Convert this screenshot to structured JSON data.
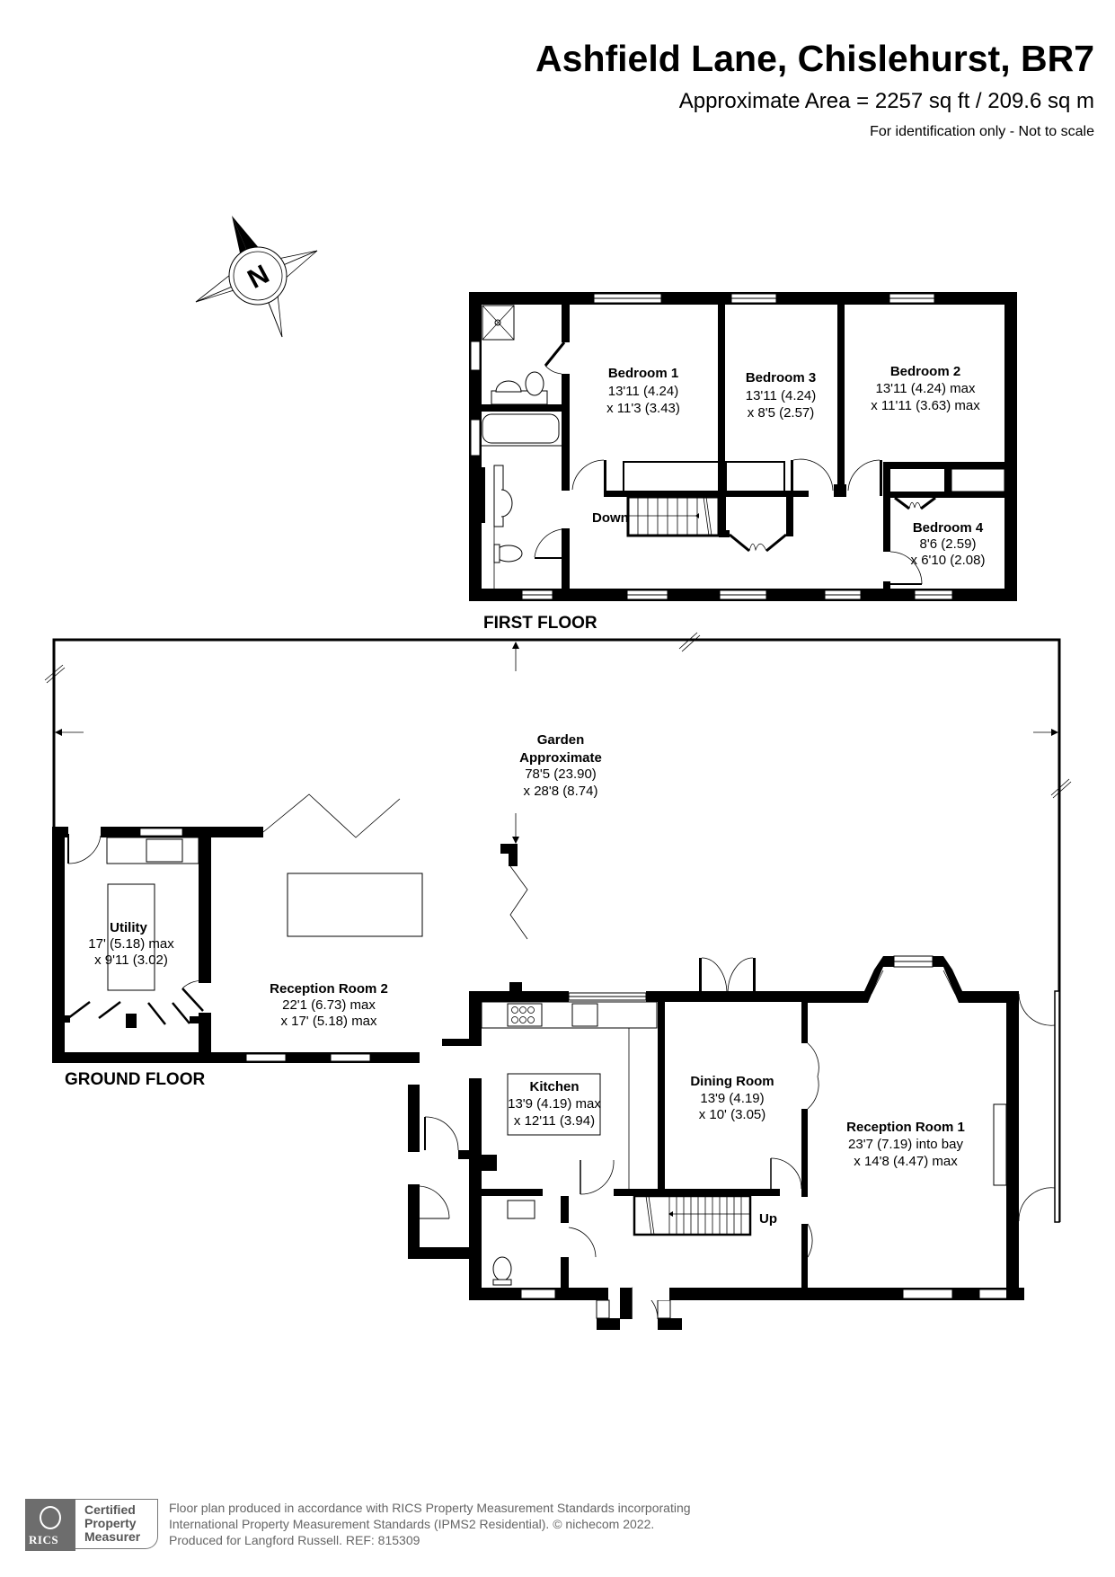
{
  "header": {
    "title": "Ashfield Lane, Chislehurst, BR7",
    "area": "Approximate Area = 2257 sq ft / 209.6 sq m",
    "disclaimer": "For identification only - Not to scale"
  },
  "compass": {
    "label": "N"
  },
  "floors": {
    "first": {
      "label": "FIRST FLOOR",
      "stairs_label": "Down",
      "rooms": [
        {
          "name": "Bedroom 1",
          "dim1": "13'11 (4.24)",
          "dim2": "x 11'3 (3.43)"
        },
        {
          "name": "Bedroom 3",
          "dim1": "13'11 (4.24)",
          "dim2": "x 8'5 (2.57)"
        },
        {
          "name": "Bedroom 2",
          "dim1": "13'11 (4.24) max",
          "dim2": "x 11'11 (3.63) max"
        },
        {
          "name": "Bedroom 4",
          "dim1": "8'6 (2.59)",
          "dim2": "x 6'10 (2.08)"
        }
      ]
    },
    "ground": {
      "label": "GROUND FLOOR",
      "stairs_label": "Up",
      "garden": {
        "name1": "Garden",
        "name2": "Approximate",
        "dim1": "78'5 (23.90)",
        "dim2": "x 28'8 (8.74)"
      },
      "rooms": [
        {
          "name": "Utility",
          "dim1": "17' (5.18) max",
          "dim2": "x 9'11 (3.02)"
        },
        {
          "name": "Reception Room 2",
          "dim1": "22'1 (6.73) max",
          "dim2": "x 17' (5.18) max"
        },
        {
          "name": "Kitchen",
          "dim1": "13'9 (4.19) max",
          "dim2": "x 12'11 (3.94)"
        },
        {
          "name": "Dining Room",
          "dim1": "13'9 (4.19)",
          "dim2": "x 10' (3.05)"
        },
        {
          "name": "Reception Room 1",
          "dim1": "23'7 (7.19) into bay",
          "dim2": "x 14'8 (4.47) max"
        }
      ]
    }
  },
  "footer": {
    "badge_org": "RICS",
    "badge_line1": "Certified",
    "badge_line2": "Property",
    "badge_line3": "Measurer",
    "line1": "Floor plan produced in accordance with RICS Property Measurement Standards incorporating",
    "line2": "International Property Measurement Standards (IPMS2 Residential).   © nichecom 2022.",
    "line3": "Produced for Langford Russell.   REF: 815309"
  }
}
